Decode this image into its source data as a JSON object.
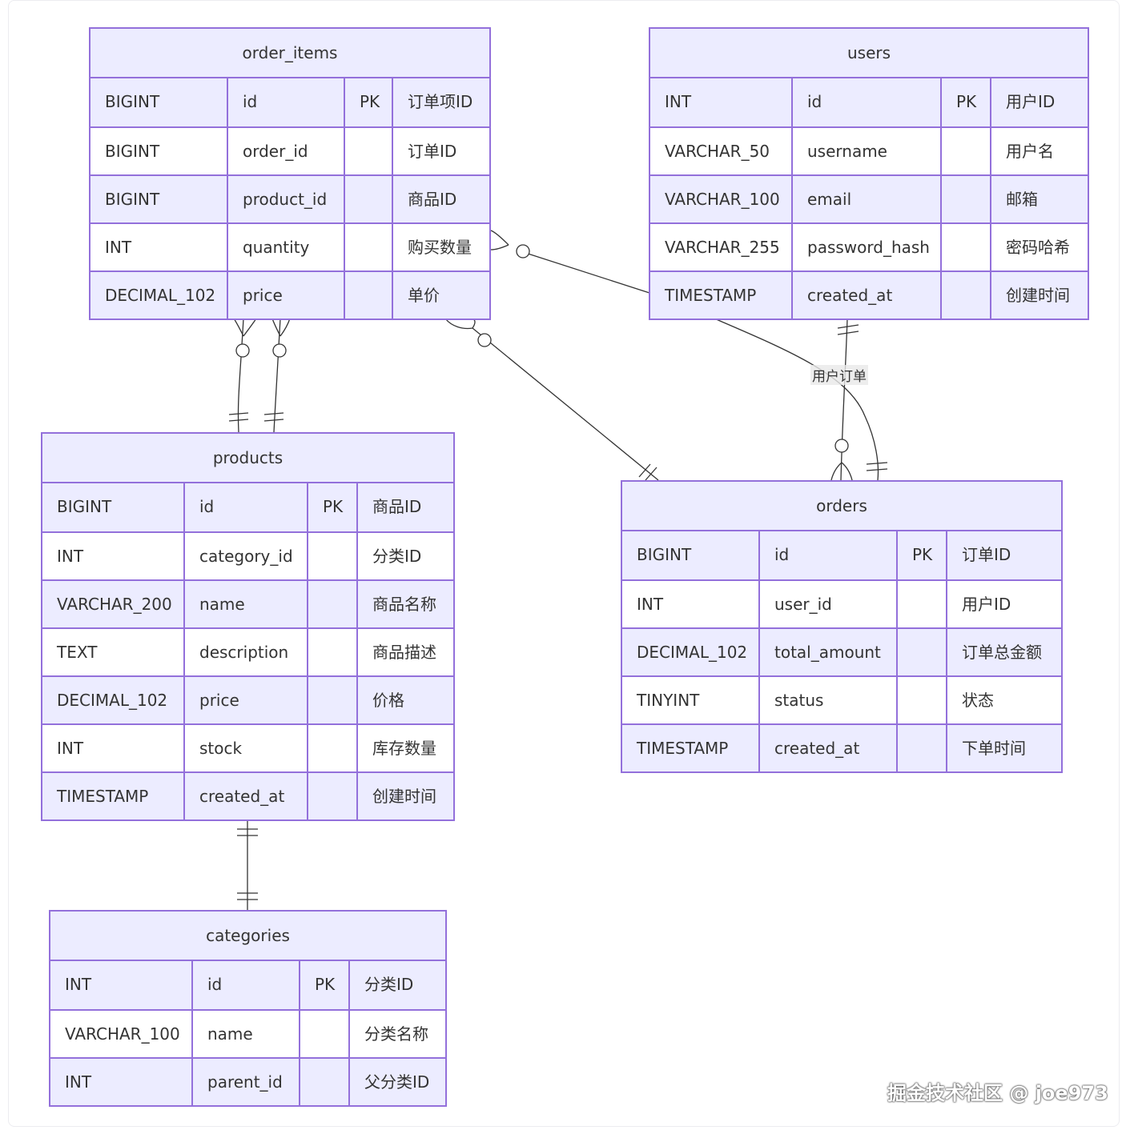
{
  "entities": {
    "order_items": {
      "name": "order_items",
      "rows": [
        {
          "type": "BIGINT",
          "field": "id",
          "key": "PK",
          "comment": "订单项ID"
        },
        {
          "type": "BIGINT",
          "field": "order_id",
          "key": "",
          "comment": "订单ID"
        },
        {
          "type": "BIGINT",
          "field": "product_id",
          "key": "",
          "comment": "商品ID"
        },
        {
          "type": "INT",
          "field": "quantity",
          "key": "",
          "comment": "购买数量"
        },
        {
          "type": "DECIMAL_102",
          "field": "price",
          "key": "",
          "comment": "单价"
        }
      ]
    },
    "users": {
      "name": "users",
      "rows": [
        {
          "type": "INT",
          "field": "id",
          "key": "PK",
          "comment": "用户ID"
        },
        {
          "type": "VARCHAR_50",
          "field": "username",
          "key": "",
          "comment": "用户名"
        },
        {
          "type": "VARCHAR_100",
          "field": "email",
          "key": "",
          "comment": "邮箱"
        },
        {
          "type": "VARCHAR_255",
          "field": "password_hash",
          "key": "",
          "comment": "密码哈希"
        },
        {
          "type": "TIMESTAMP",
          "field": "created_at",
          "key": "",
          "comment": "创建时间"
        }
      ]
    },
    "products": {
      "name": "products",
      "rows": [
        {
          "type": "BIGINT",
          "field": "id",
          "key": "PK",
          "comment": "商品ID"
        },
        {
          "type": "INT",
          "field": "category_id",
          "key": "",
          "comment": "分类ID"
        },
        {
          "type": "VARCHAR_200",
          "field": "name",
          "key": "",
          "comment": "商品名称"
        },
        {
          "type": "TEXT",
          "field": "description",
          "key": "",
          "comment": "商品描述"
        },
        {
          "type": "DECIMAL_102",
          "field": "price",
          "key": "",
          "comment": "价格"
        },
        {
          "type": "INT",
          "field": "stock",
          "key": "",
          "comment": "库存数量"
        },
        {
          "type": "TIMESTAMP",
          "field": "created_at",
          "key": "",
          "comment": "创建时间"
        }
      ]
    },
    "orders": {
      "name": "orders",
      "rows": [
        {
          "type": "BIGINT",
          "field": "id",
          "key": "PK",
          "comment": "订单ID"
        },
        {
          "type": "INT",
          "field": "user_id",
          "key": "",
          "comment": "用户ID"
        },
        {
          "type": "DECIMAL_102",
          "field": "total_amount",
          "key": "",
          "comment": "订单总金额"
        },
        {
          "type": "TINYINT",
          "field": "status",
          "key": "",
          "comment": "状态"
        },
        {
          "type": "TIMESTAMP",
          "field": "created_at",
          "key": "",
          "comment": "下单时间"
        }
      ]
    },
    "categories": {
      "name": "categories",
      "rows": [
        {
          "type": "INT",
          "field": "id",
          "key": "PK",
          "comment": "分类ID"
        },
        {
          "type": "VARCHAR_100",
          "field": "name",
          "key": "",
          "comment": "分类名称"
        },
        {
          "type": "INT",
          "field": "parent_id",
          "key": "",
          "comment": "父分类ID"
        }
      ]
    }
  },
  "relationships": {
    "users_orders_label": "用户订单"
  },
  "colors": {
    "border": "#9370DB",
    "header_fill": "#ECECFF",
    "line": "#333333"
  },
  "watermark": "掘金技术社区 @ joe973"
}
